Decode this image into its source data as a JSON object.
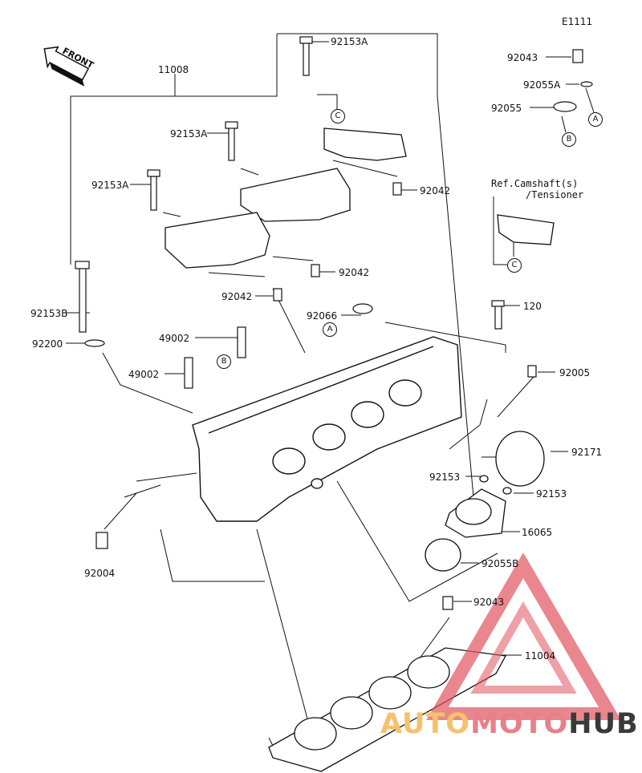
{
  "diagram": {
    "code": "E1111",
    "front_arrow": "FRONT",
    "ref_note_line1": "Ref.Camshaft(s)",
    "ref_note_line2": "/Tensioner",
    "callouts": {
      "a": "A",
      "b": "B",
      "c": "C"
    },
    "parts": {
      "p11008": "11008",
      "p92153a_top": "92153A",
      "p92153a_mid": "92153A",
      "p92153a_left": "92153A",
      "p92042_a": "92042",
      "p92042_b": "92042",
      "p92042_c": "92042",
      "p92153b": "92153B",
      "p92200": "92200",
      "p49002_a": "49002",
      "p49002_b": "49002",
      "p92066": "92066",
      "p120": "120",
      "p92005": "92005",
      "p92171": "92171",
      "p92153_a": "92153",
      "p92153_b": "92153",
      "p16065": "16065",
      "p92055b": "92055B",
      "p92043_b": "92043",
      "p11004": "11004",
      "p92004": "92004",
      "p92043_a": "92043",
      "p92055a": "92055A",
      "p92055": "92055"
    }
  },
  "watermark": {
    "word_a": "AUTO",
    "word_b": "MOTO",
    "word_c": "HUB",
    "color_a": "#f5c26b",
    "color_b": "#e8808a",
    "color_c": "#3a3a3a",
    "triangle_color": "#e0525e"
  }
}
